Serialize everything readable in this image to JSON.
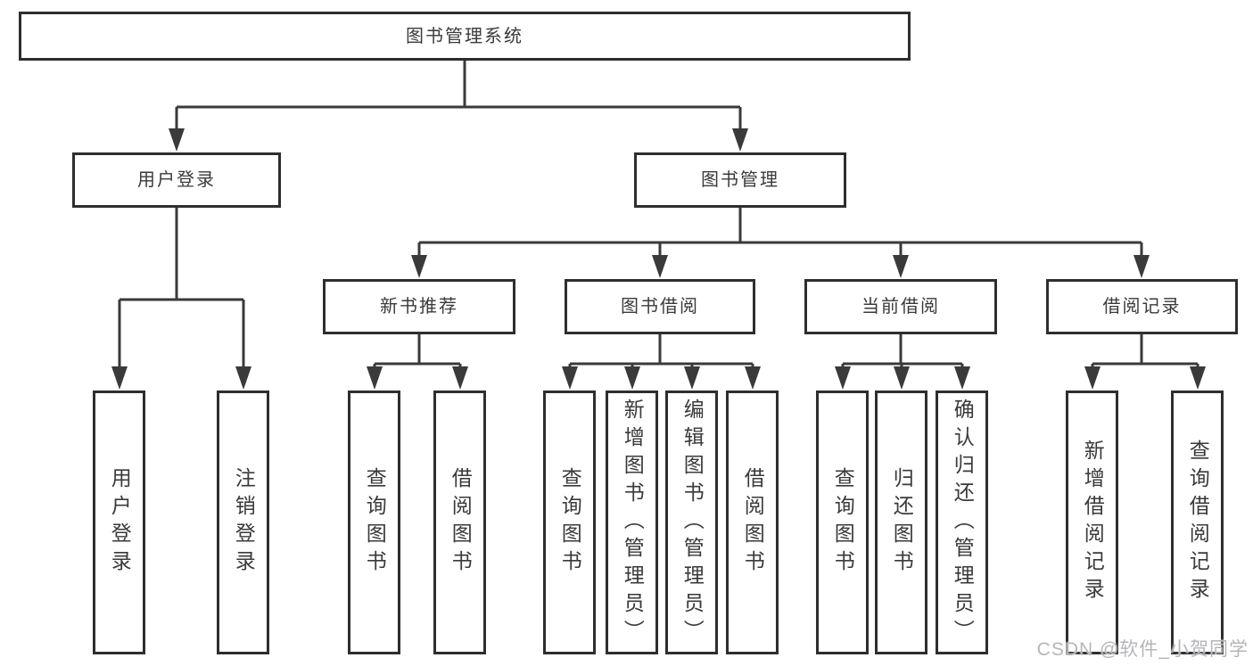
{
  "diagram": {
    "type": "hierarchy-tree",
    "tree": {
      "label": "图书管理系统",
      "children": [
        {
          "label": "用户登录",
          "children": [
            {
              "label": "用户登录"
            },
            {
              "label": "注销登录"
            }
          ]
        },
        {
          "label": "图书管理",
          "children": [
            {
              "label": "新书推荐",
              "children": [
                {
                  "label": "查询图书"
                },
                {
                  "label": "借阅图书"
                }
              ]
            },
            {
              "label": "图书借阅",
              "children": [
                {
                  "label": "查询图书"
                },
                {
                  "label": "新增图书（管理员）"
                },
                {
                  "label": "编辑图书（管理员）"
                },
                {
                  "label": "借阅图书"
                }
              ]
            },
            {
              "label": "当前借阅",
              "children": [
                {
                  "label": "查询图书"
                },
                {
                  "label": "归还图书"
                },
                {
                  "label": "确认归还（管理员）"
                }
              ]
            },
            {
              "label": "借阅记录",
              "children": [
                {
                  "label": "新增借阅记录"
                },
                {
                  "label": "查询借阅记录"
                }
              ]
            }
          ]
        }
      ]
    },
    "colors": {
      "box_border": "#2e2e2e",
      "box_fill": "#ffffff",
      "line": "#3a3a3a",
      "text": "#3a3a3a",
      "background": "#ffffff",
      "watermark": "#b6b6ba"
    }
  },
  "watermark": {
    "text": "CSDN @软件_小贺同学"
  }
}
